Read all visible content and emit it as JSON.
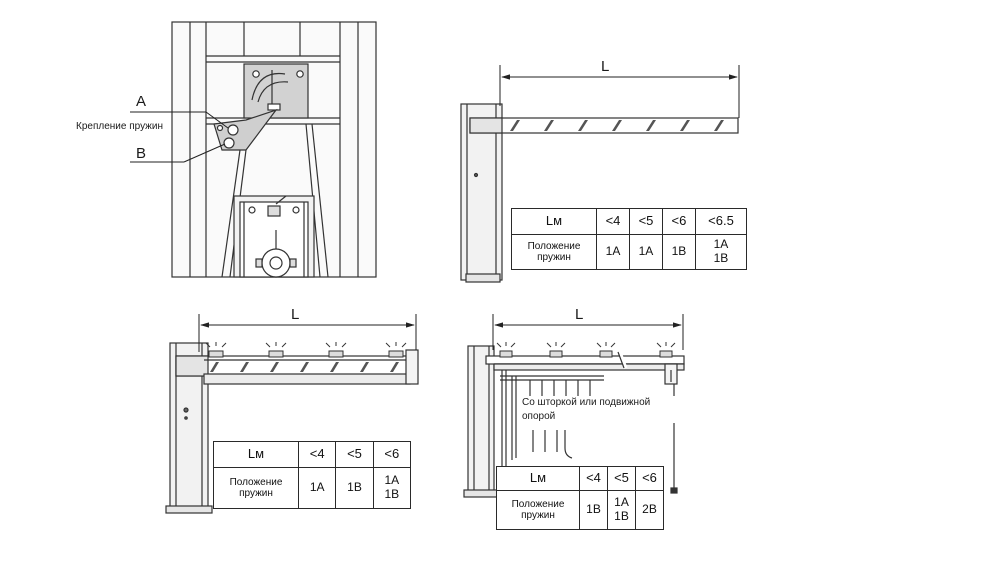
{
  "diagram1": {
    "label_a": "A",
    "label_b": "B",
    "spring_mount_label": "Крепление пружин"
  },
  "diagram2": {
    "dimension_label": "L",
    "table": {
      "header_label": "Lм",
      "headers": [
        "<4",
        "<5",
        "<6",
        "<6.5"
      ],
      "row_label": "Положение пружин",
      "values": [
        [
          "1A"
        ],
        [
          "1A"
        ],
        [
          "1B"
        ],
        [
          "1A",
          "1B"
        ]
      ]
    }
  },
  "diagram3": {
    "dimension_label": "L",
    "table": {
      "header_label": "Lм",
      "headers": [
        "<4",
        "<5",
        "<6"
      ],
      "row_label": "Положение пружин",
      "values": [
        [
          "1A"
        ],
        [
          "1B"
        ],
        [
          "1A",
          "1B"
        ]
      ]
    }
  },
  "diagram4": {
    "dimension_label": "L",
    "note": "Со шторкой или подвижной опорой",
    "table": {
      "header_label": "Lм",
      "headers": [
        "<4",
        "<5",
        "<6"
      ],
      "row_label": "Положение пружин",
      "values": [
        [
          "1B"
        ],
        [
          "1A",
          "1B"
        ],
        [
          "2B"
        ]
      ]
    }
  }
}
